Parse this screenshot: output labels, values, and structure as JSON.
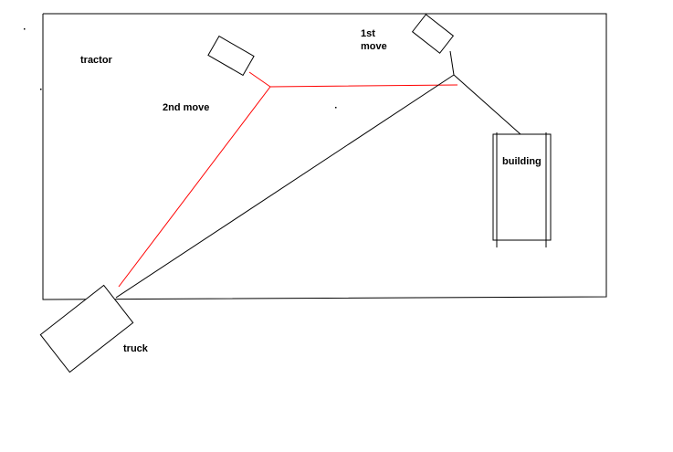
{
  "labels": {
    "tractor": "tractor",
    "first_move_line1": "1st",
    "first_move_line2": "move",
    "second_move": "2nd move",
    "building": "building",
    "truck": "truck"
  },
  "colors": {
    "ink": "#000000",
    "second_move_path": "#ff0000",
    "background": "#ffffff"
  }
}
